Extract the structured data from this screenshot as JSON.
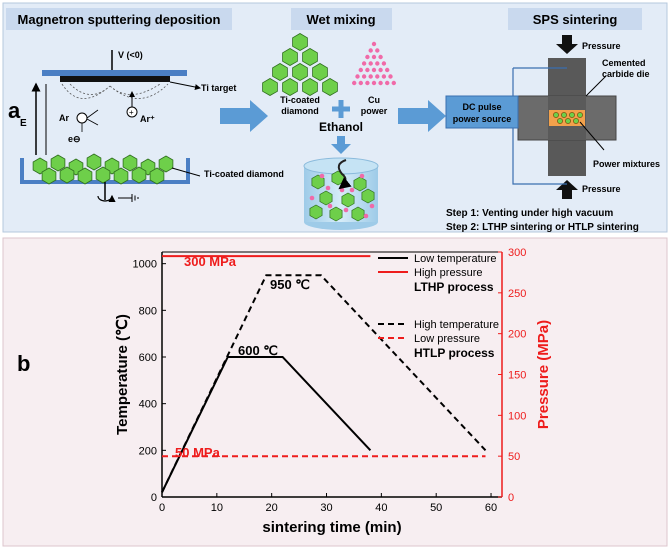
{
  "panel_a": {
    "letter": "a",
    "stage1": {
      "title": "Magnetron sputtering deposition",
      "voltage": "V (<0)",
      "target": "Ti target",
      "field": "E",
      "argon": "Ar",
      "argon_ion": "Ar⁺",
      "electron": "e⊖",
      "substrate": "Ti-coated diamond"
    },
    "stage2": {
      "title": "Wet mixing",
      "powder1_line1": "Ti-coated",
      "powder1_line2": "diamond",
      "powder2_line1": "Cu",
      "powder2_line2": "power",
      "solvent": "Ethanol"
    },
    "stage3": {
      "title": "SPS sintering",
      "pressure_top": "Pressure",
      "pressure_bottom": "Pressure",
      "die_line1": "Cemented",
      "die_line2": "carbide die",
      "source_line1": "DC pulse",
      "source_line2": "power source",
      "mixture": "Power mixtures",
      "step1": "Step 1: Venting under high vacuum",
      "step2": "Step 2: LTHP sintering or HTLP sintering"
    },
    "colors": {
      "panel_bg": "#e3ecf7",
      "title_bg": "#c9d9ee",
      "arrow": "#5b9bd5",
      "hexagon": "#6ecf4a",
      "cu": "#f06aa8",
      "die": "#595959"
    }
  },
  "panel_b": {
    "letter": "b",
    "colors": {
      "panel_bg": "#f7eef1",
      "temperature": "#000000",
      "pressure": "#ee1c1c"
    }
  },
  "chart_data": {
    "type": "line",
    "xlabel": "sintering time (min)",
    "ylabel_left": "Temperature (℃)",
    "ylabel_right": "Pressure (MPa)",
    "xlim": [
      0,
      62
    ],
    "ylim_left": [
      0,
      1050
    ],
    "ylim_right": [
      0,
      300
    ],
    "x_ticks": [
      0,
      10,
      20,
      30,
      40,
      50,
      60
    ],
    "y_left_ticks": [
      0,
      200,
      400,
      600,
      800,
      1000
    ],
    "y_right_ticks": [
      0,
      50,
      100,
      150,
      200,
      250,
      300
    ],
    "series": [
      {
        "name": "Low temperature",
        "axis": "left",
        "style": "solid",
        "color": "#000000",
        "x": [
          0,
          12,
          22,
          38
        ],
        "y": [
          20,
          600,
          600,
          200
        ]
      },
      {
        "name": "High pressure",
        "axis": "right",
        "style": "solid",
        "color": "#ee1c1c",
        "x": [
          0,
          38
        ],
        "y": [
          295,
          295
        ]
      },
      {
        "name": "High temperature",
        "axis": "left",
        "style": "dashed",
        "color": "#000000",
        "x": [
          0,
          19,
          29,
          59
        ],
        "y": [
          20,
          950,
          950,
          200
        ]
      },
      {
        "name": "Low pressure",
        "axis": "right",
        "style": "dashed",
        "color": "#ee1c1c",
        "x": [
          0,
          59
        ],
        "y": [
          50,
          50
        ]
      }
    ],
    "legend": [
      {
        "group_label": "LTHP process",
        "entries": [
          "Low temperature",
          "High pressure"
        ]
      },
      {
        "group_label": "HTLP process",
        "entries": [
          "High temperature",
          "Low pressure"
        ]
      }
    ],
    "annotations": [
      {
        "text": "300 MPa",
        "color": "#ee1c1c",
        "x": 0,
        "y_left": 1000
      },
      {
        "text": "50 MPa",
        "color": "#ee1c1c",
        "x": 0,
        "y_left": 190
      },
      {
        "text": "950 ℃",
        "color": "#000000",
        "x": 24,
        "y_left": 950
      },
      {
        "text": "600 ℃",
        "color": "#000000",
        "x": 17,
        "y_left": 600
      }
    ]
  }
}
